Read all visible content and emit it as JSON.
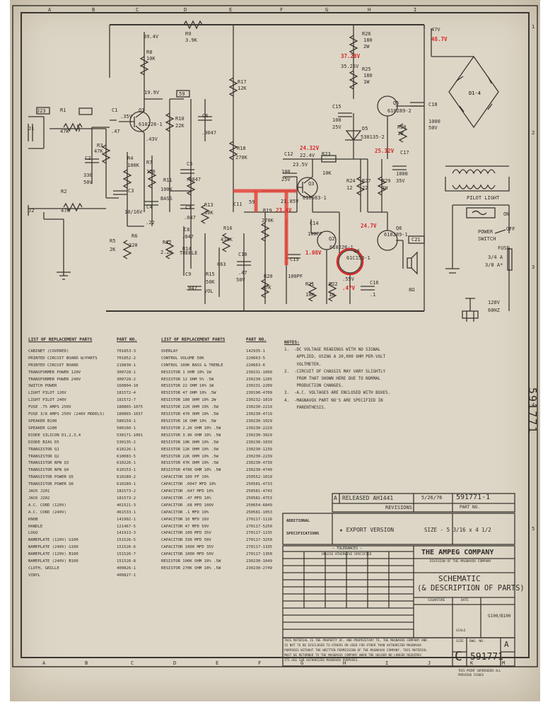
{
  "grid": {
    "top": [
      "A",
      "B",
      "C",
      "D",
      "E",
      "F",
      "G",
      "H",
      "I"
    ],
    "bottom": [
      "A",
      "B",
      "C",
      "D",
      "E",
      "F",
      "G",
      "H",
      "I",
      "J",
      "K",
      "M"
    ],
    "right": [
      "1",
      "2",
      "3",
      "4",
      "5"
    ]
  },
  "schematic": {
    "labels": [
      {
        "id": "r9",
        "t": "R9"
      },
      {
        "id": "r9v",
        "t": "3.9K"
      },
      {
        "id": "v394",
        "t": "39.4V"
      },
      {
        "id": "r8",
        "t": "R8"
      },
      {
        "id": "r8v",
        "t": "10K"
      },
      {
        "id": "v199",
        "t": "19.9V"
      },
      {
        "id": "c59",
        "t": "59"
      },
      {
        "id": "r17",
        "t": "R17"
      },
      {
        "id": "r17v",
        "t": "12K"
      },
      {
        "id": "r26",
        "t": "R26"
      },
      {
        "id": "r26v",
        "t": "180"
      },
      {
        "id": "r26w",
        "t": "2W"
      },
      {
        "id": "v47",
        "t": "47V"
      },
      {
        "id": "v352",
        "t": "35.25V"
      },
      {
        "id": "r25",
        "t": "R25"
      },
      {
        "id": "r25v",
        "t": "180"
      },
      {
        "id": "r25w",
        "t": "1W"
      },
      {
        "id": "q5",
        "t": "Q5"
      },
      {
        "id": "q5p",
        "t": "610289-2"
      },
      {
        "id": "c18",
        "t": "C18"
      },
      {
        "id": "c18v",
        "t": "1000"
      },
      {
        "id": "c18w",
        "t": "50V"
      },
      {
        "id": "d14",
        "t": "D1-4"
      },
      {
        "id": "j23",
        "t": "J23"
      },
      {
        "id": "r1",
        "t": "R1"
      },
      {
        "id": "r1v",
        "t": "47K"
      },
      {
        "id": "c1",
        "t": "C1"
      },
      {
        "id": "c1v",
        "t": ".47"
      },
      {
        "id": "q1",
        "t": "Q1"
      },
      {
        "id": "q1p",
        "t": "610226-1"
      },
      {
        "id": "v35",
        "t": ".35V"
      },
      {
        "id": "v43",
        "t": ".43V"
      },
      {
        "id": "r10",
        "t": "R10"
      },
      {
        "id": "r10v",
        "t": "22K"
      },
      {
        "id": "c6",
        "t": "C6"
      },
      {
        "id": "c6v",
        "t": ".0047"
      },
      {
        "id": "c15",
        "t": "C15"
      },
      {
        "id": "c15v",
        "t": "100"
      },
      {
        "id": "c15w",
        "t": "25V"
      },
      {
        "id": "d5",
        "t": "D5"
      },
      {
        "id": "d5p",
        "t": "530135-2"
      },
      {
        "id": "r28",
        "t": "R28"
      },
      {
        "id": "r28v",
        "t": "1W"
      },
      {
        "id": "j1",
        "t": "J1"
      },
      {
        "id": "r3",
        "t": "R3"
      },
      {
        "id": "r3v",
        "t": "47K"
      },
      {
        "id": "c2",
        "t": "C2"
      },
      {
        "id": "c2v",
        "t": "330"
      },
      {
        "id": "c2w",
        "t": "50V"
      },
      {
        "id": "r4",
        "t": "R4"
      },
      {
        "id": "r4v",
        "t": "100K"
      },
      {
        "id": "r7",
        "t": "R7"
      },
      {
        "id": "r7v",
        "t": "120"
      },
      {
        "id": "r11",
        "t": "R11"
      },
      {
        "id": "r11v",
        "t": "100K"
      },
      {
        "id": "r11b",
        "t": "BASS"
      },
      {
        "id": "c5",
        "t": "C5"
      },
      {
        "id": "c5v",
        "t": ".0047"
      },
      {
        "id": "r18",
        "t": "R18"
      },
      {
        "id": "r18v",
        "t": "270K"
      },
      {
        "id": "c12",
        "t": "C12"
      },
      {
        "id": "c12v",
        "t": "100"
      },
      {
        "id": "c12w",
        "t": "25V"
      },
      {
        "id": "v224",
        "t": "22.4V"
      },
      {
        "id": "r23",
        "t": "R23"
      },
      {
        "id": "r23v",
        "t": "10K"
      },
      {
        "id": "r24",
        "t": "R24"
      },
      {
        "id": "r24v",
        "t": "12"
      },
      {
        "id": "r27",
        "t": "R27"
      },
      {
        "id": "r27v",
        "t": "22"
      },
      {
        "id": "r29",
        "t": "R29"
      },
      {
        "id": "r29v",
        "t": "1W"
      },
      {
        "id": "c17",
        "t": "C17"
      },
      {
        "id": "c17v",
        "t": "1000"
      },
      {
        "id": "c17w",
        "t": "35V"
      },
      {
        "id": "q3",
        "t": "Q3"
      },
      {
        "id": "q3p",
        "t": "610083-1"
      },
      {
        "id": "v235",
        "t": "23.5V"
      },
      {
        "id": "v2185",
        "t": "21.85V"
      },
      {
        "id": "j2",
        "t": "J2"
      },
      {
        "id": "r2",
        "t": "R2"
      },
      {
        "id": "r2v",
        "t": "47K"
      },
      {
        "id": "c3",
        "t": "C3"
      },
      {
        "id": "c3v",
        "t": "10/16V"
      },
      {
        "id": "c4",
        "t": "C4"
      },
      {
        "id": "c4v",
        "t": ".22"
      },
      {
        "id": "c7",
        "t": "C7"
      },
      {
        "id": "c7v",
        "t": ".047"
      },
      {
        "id": "r13",
        "t": "R13"
      },
      {
        "id": "r13v",
        "t": "10K"
      },
      {
        "id": "c11",
        "t": "C11"
      },
      {
        "id": "c59b",
        "t": "59"
      },
      {
        "id": "r19",
        "t": "R19"
      },
      {
        "id": "r19v",
        "t": "270K"
      },
      {
        "id": "c14",
        "t": "C14"
      },
      {
        "id": "c14v",
        "t": "100PF"
      },
      {
        "id": "q6",
        "t": "Q6"
      },
      {
        "id": "q6p",
        "t": "610289-1"
      },
      {
        "id": "r5",
        "t": "R5"
      },
      {
        "id": "r5v",
        "t": "2K"
      },
      {
        "id": "r6",
        "t": "R6"
      },
      {
        "id": "r6v",
        "t": "220"
      },
      {
        "id": "r12",
        "t": "R12"
      },
      {
        "id": "r12v",
        "t": "2.2K"
      },
      {
        "id": "c8",
        "t": "C8"
      },
      {
        "id": "c8v",
        "t": ".047"
      },
      {
        "id": "r14",
        "t": "R14"
      },
      {
        "id": "r14v",
        "t": "TREBLE"
      },
      {
        "id": "r16",
        "t": "R16"
      },
      {
        "id": "r16v",
        "t": "470K"
      },
      {
        "id": "c10",
        "t": "C10"
      },
      {
        "id": "c10v",
        "t": ".47"
      },
      {
        "id": "c10w",
        "t": "50V"
      },
      {
        "id": "c13",
        "t": "C13"
      },
      {
        "id": "c13v",
        "t": "100PF"
      },
      {
        "id": "q2",
        "t": "Q2"
      },
      {
        "id": "q2p",
        "t": "610226-1"
      },
      {
        "id": "q4",
        "t": "Q4"
      },
      {
        "id": "q4p",
        "t": "61C153-1"
      },
      {
        "id": "r20",
        "t": "R20"
      },
      {
        "id": "r20v",
        "t": "47K"
      },
      {
        "id": "c9",
        "t": "C9"
      },
      {
        "id": "c9v",
        "t": ".047"
      },
      {
        "id": "r15",
        "t": "R15"
      },
      {
        "id": "r15v",
        "t": "50K"
      },
      {
        "id": "r15w",
        "t": "VOL"
      },
      {
        "id": "r21",
        "t": "R21"
      },
      {
        "id": "r21v",
        "t": "10K"
      },
      {
        "id": "r22",
        "t": "R22"
      },
      {
        "id": "r22v",
        "t": "1K"
      },
      {
        "id": "v55",
        "t": ".55V"
      },
      {
        "id": "c16",
        "t": "C16"
      },
      {
        "id": "c16v",
        "t": ".1"
      },
      {
        "id": "c063",
        "t": "063"
      },
      {
        "id": "spk",
        "t": "8Ω"
      },
      {
        "id": "pilot",
        "t": "PILOT LIGHT"
      },
      {
        "id": "on",
        "t": "ON"
      },
      {
        "id": "off",
        "t": "OFF"
      },
      {
        "id": "pw1",
        "t": "POWER"
      },
      {
        "id": "pw2",
        "t": "SWITCH"
      },
      {
        "id": "fuse",
        "t": "FUSE"
      },
      {
        "id": "fuse1",
        "t": "3/4 A"
      },
      {
        "id": "fuse2",
        "t": "3/8 A*"
      },
      {
        "id": "mains1",
        "t": "120V"
      },
      {
        "id": "mains2",
        "t": "60HZ"
      },
      {
        "id": "c21",
        "t": "C21"
      }
    ],
    "red_labels": [
      {
        "id": "rv487",
        "t": "48.7V"
      },
      {
        "id": "rv3728",
        "t": "37.28V"
      },
      {
        "id": "rv2432",
        "t": "24.32V"
      },
      {
        "id": "rv2532",
        "t": "25.32V"
      },
      {
        "id": "rv234",
        "t": "23.4V"
      },
      {
        "id": "rv247",
        "t": "24.7V"
      },
      {
        "id": "rv108",
        "t": "1.08V"
      },
      {
        "id": "rv47",
        "t": ".47V"
      }
    ],
    "side_number": "591771"
  },
  "parts_left": {
    "header_name": "LIST OF REPLACEMENT PARTS",
    "header_no": "PART NO.",
    "rows": [
      {
        "n": "CABINET (COVERED)",
        "p": "701853-3"
      },
      {
        "n": "PRINTED CIRCUIT BOARD W/PARTS",
        "p": "701852-2"
      },
      {
        "n": "PRINTED CIRCUIT BOARD",
        "p": "210830-1"
      },
      {
        "n": "TRANSFORMER POWER 120V",
        "p": "300728-1"
      },
      {
        "n": "TRANSFORMER POWER 240V",
        "p": "300728-2"
      },
      {
        "n": "SWITCH POWER",
        "p": "160804-10"
      },
      {
        "n": "LIGHT PILOT 120V",
        "p": "181572-4"
      },
      {
        "n": "LIGHT PILOT 240V",
        "p": "181572-7"
      },
      {
        "n": "FUSE .75 AMPS 250V",
        "p": "180865-1075"
      },
      {
        "n": "FUSE 3/8 AMPS 250V (240V MODELS)",
        "p": "180865-1037"
      },
      {
        "n": "SPEAKER B100",
        "p": "580159-1"
      },
      {
        "n": "SPEAKER G100",
        "p": "580160-1"
      },
      {
        "n": "DIODE SILICON D1,2,3,4",
        "p": "530171-1001"
      },
      {
        "n": "DIODE BIAS D5",
        "p": "530135-2"
      },
      {
        "n": "TRANSISTOR Q1",
        "p": "610226-1"
      },
      {
        "n": "TRANSISTOR Q2",
        "p": "610083-5"
      },
      {
        "n": "TRANSISTOR NPN Q3",
        "p": "610226-1"
      },
      {
        "n": "TRANSISTOR NPN Q4",
        "p": "610153-1"
      },
      {
        "n": "TRANSISTOR POWER Q5",
        "p": "610289-2"
      },
      {
        "n": "TRANSISTOR POWER Q6",
        "p": "610289-1"
      },
      {
        "n": "JACK J201",
        "p": "181573-2"
      },
      {
        "n": "JACK J202",
        "p": "181573-2"
      },
      {
        "n": "A.C. CORD (120V)",
        "p": "461521-3"
      },
      {
        "n": "A.C. CORD (240V)",
        "p": "461533-1"
      },
      {
        "n": "KNOB",
        "p": "141902-1"
      },
      {
        "n": "HANDLE",
        "p": "121467-5"
      },
      {
        "n": "LOGO",
        "p": "141913-3"
      },
      {
        "n": "NAMEPLATE (120V) G100",
        "p": "151526-5"
      },
      {
        "n": "NAMEPLATE (240V) G100",
        "p": "151526-6"
      },
      {
        "n": "NAMEPLATE (120V) B100",
        "p": "151526-7"
      },
      {
        "n": "NAMEPLATE (240V) B100",
        "p": "151526-8"
      },
      {
        "n": "CLOTH, GRILLE",
        "p": "400826-1"
      },
      {
        "n": "VINYL",
        "p": "400827-1"
      }
    ]
  },
  "parts_right": {
    "header_name": "LIST OF REPLACEMENT PARTS",
    "header_no": "PART NO.",
    "rows": [
      {
        "n": "OVERLAY",
        "p": "142935-1"
      },
      {
        "n": "CONTROL VOLUME 50K",
        "p": "220663-5"
      },
      {
        "n": "CONTROL 100K BASS & TREBLE",
        "p": "220663-6"
      },
      {
        "n": "RESISTOR 1 OHM 10% 1W",
        "p": "230231-1099"
      },
      {
        "n": "RESISTOR 12 OHM 5% .5W",
        "p": "230230-1205"
      },
      {
        "n": "RESISTOR 22 OHM 10% 1W",
        "p": "230231-2209"
      },
      {
        "n": "RESISTOR 47 OHM 10% .5W",
        "p": "230190-4709"
      },
      {
        "n": "RESISTOR 180 OHM 10% 2W",
        "p": "230232-1819"
      },
      {
        "n": "RESISTOR 220 OHM 10% .5W",
        "p": "230230-2219"
      },
      {
        "n": "RESISTOR 470 OHM 10% .5W",
        "p": "230230-4719"
      },
      {
        "n": "RESISTOR 1K OHM 10% .5W",
        "p": "230230-1029"
      },
      {
        "n": "RESISTOR 2.2K OHM 10% .5W",
        "p": "230230-2229"
      },
      {
        "n": "RESISTOR 3.9K OHM 10% .5W",
        "p": "230230-3929"
      },
      {
        "n": "RESISTOR 10K OHM 10% .5W",
        "p": "230230-1039"
      },
      {
        "n": "RESISTOR 12K OHM 10% .5W",
        "p": "230230-1239"
      },
      {
        "n": "RESISTOR 22K OHM 10% .5W",
        "p": "230230-2239"
      },
      {
        "n": "RESISTOR 47K OHM 10% .5W",
        "p": "230230-4739"
      },
      {
        "n": "RESISTOR 470K OHM 10% .5W",
        "p": "230230-4749"
      },
      {
        "n": "CAPACITOR 100 PF 10%",
        "p": "250552-1019"
      },
      {
        "n": "CAPACITOR .0047 MFD 10%",
        "p": "250581-4733"
      },
      {
        "n": "CAPACITOR .047 MFD 10%",
        "p": "250581-4743"
      },
      {
        "n": "CAPACITOR .47 MFD 10%",
        "p": "250581-4753"
      },
      {
        "n": "CAPACITOR .68 MFD 100V",
        "p": "250654-6849"
      },
      {
        "n": "CAPACITOR .1 MFD 10%",
        "p": "250581-1053"
      },
      {
        "n": "CAPACITOR 10 MFD 16V",
        "p": "270117-1116"
      },
      {
        "n": "CAPACITOR 47 MFD 50V",
        "p": "270117-5250"
      },
      {
        "n": "CAPACITOR 100 MFD 35V",
        "p": "270117-1235"
      },
      {
        "n": "CAPACITOR 330 MFD 50V",
        "p": "270117-3250"
      },
      {
        "n": "CAPACITOR 1000 MFD 35V",
        "p": "270117-1335"
      },
      {
        "n": "CAPACITOR 1000 MFD 50V",
        "p": "270117-1350"
      },
      {
        "n": "RESISTOR 100K OHM 10% .5W",
        "p": "230230-1049"
      },
      {
        "n": "RESISTOR 270K OHM 10% .5W",
        "p": "230230-2749"
      }
    ]
  },
  "notes": {
    "title": "NOTES:",
    "lines": [
      "1.  -DC VOLTAGE READINGS WITH NO SIGNAL",
      "     APPLIED, USING A 20,000 OHM PER-VOLT",
      "     VOLTMETER.",
      "2.  -CIRCUIT OF CHASSIS MAY VARY SLIGHTLY",
      "     FROM THAT SHOWN HERE DUE TO NORMAL",
      "     PRODUCTION CHANGES.",
      "3.  -A.C. VOLTAGES ARE ENCLOSED WITH BOXES.",
      "4.  -MAGNAVOX PART NO'S ARE SPECIFIED IN",
      "     PARENTHESIS."
    ]
  },
  "title_block": {
    "rev_letter": "A",
    "rev_text": "RELEASED AH1441",
    "rev_date": "5/26/76",
    "rev_number": "591771-1",
    "revisions": "REVISIONS",
    "part_no": "PART NO.",
    "additional": "ADDITIONAL",
    "specifications": "SPECIFICATIONS",
    "export": "★ EXPORT VERSION",
    "size": "SIZE - 5 3/16 x 4 1/2",
    "tolerances": "— TOLERANCES —",
    "tolerances_sub": "UNLESS OTHERWISE SPECIFIED",
    "company": "THE AMPEG COMPANY",
    "division": "DIVISION OF THE MAGNAVOX COMPANY",
    "title1": "SCHEMATIC",
    "title2": "(& DESCRIPTION OF PARTS)",
    "signature": "SIGNATURE",
    "date": "DATE",
    "first_used": "G100/B100",
    "property_text": [
      "THIS MATERIAL IS THE PROPERTY OF, AND PROPRIETARY TO, THE MAGNAVOX COMPANY AND",
      "IS NOT TO BE DISCLOSED TO OTHERS OR USED FOR OTHER THAN AUTHORIZED MAGNAVOX",
      "PURPOSES WITHOUT THE WRITTEN PERMISSION OF THE MAGNAVOX COMPANY. THIS MATERIAL",
      "MUST BE RETURNED TO THE MAGNAVOX COMPANY WHEN THE HOLDER NO LONGER REQUIRES",
      "ITS USE FOR AUTHORIZED MAGNAVOX PURPOSES."
    ],
    "size_label": "SIZE",
    "size_letter": "C",
    "dwg_no_label": "DWG. NO.",
    "dwg_no": "591771",
    "sheet_rev": "A",
    "scale": "SCALE",
    "supersedes": "THIS PRINT SUPERSEDES ALL PREVIOUS ISSUES"
  }
}
